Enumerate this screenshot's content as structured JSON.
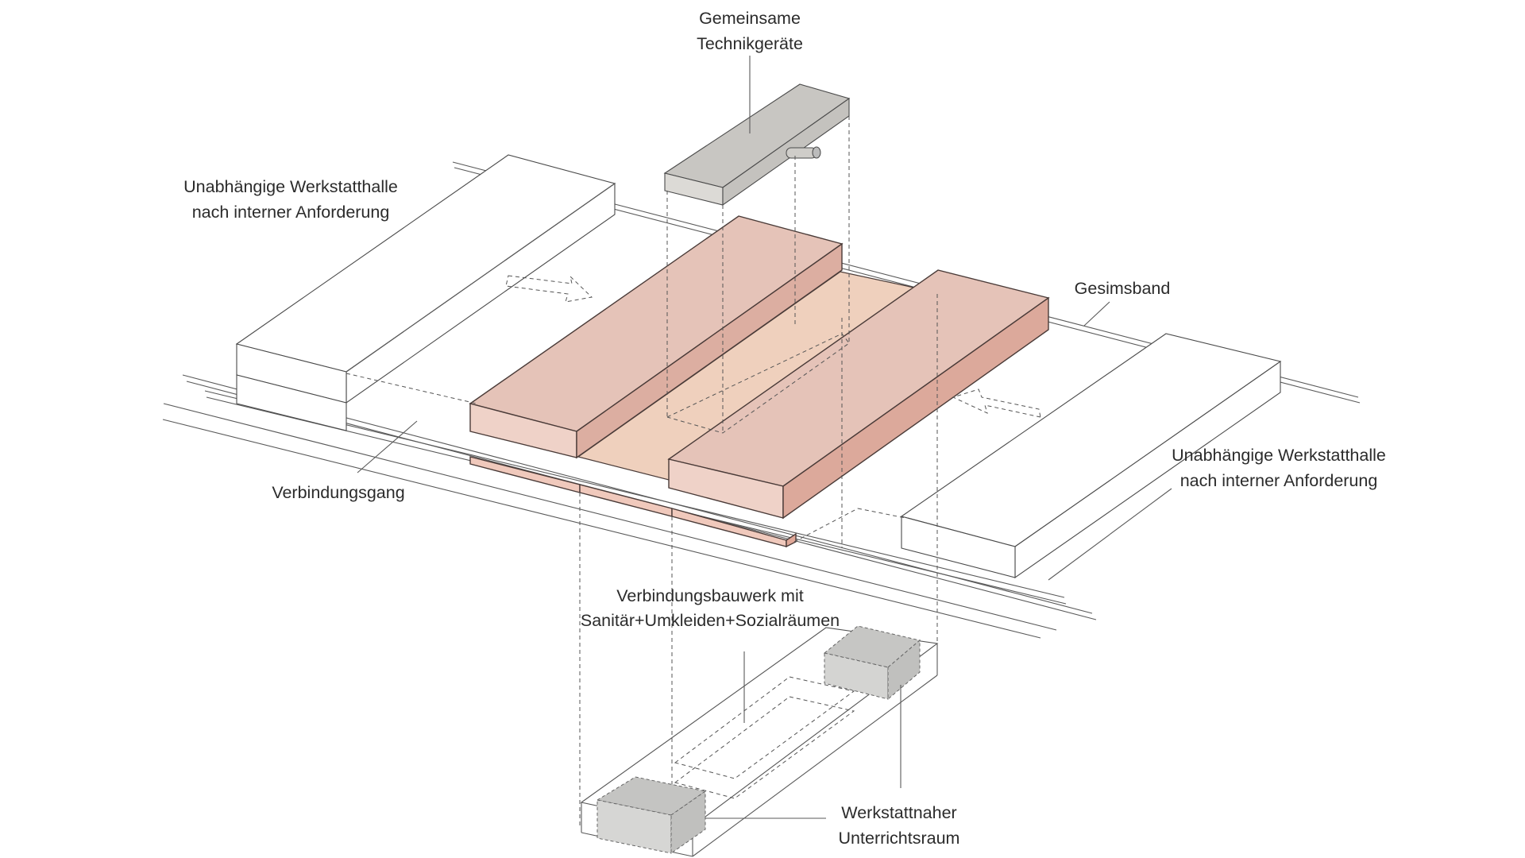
{
  "labels": {
    "technik": [
      "Gemeinsame",
      "Technikgeräte"
    ],
    "hall_left": [
      "Unabhängige Werkstatthalle",
      "nach interner Anforderung"
    ],
    "gesimsband": "Gesimsband",
    "hall_right": [
      "Unabhängige Werkstatthalle",
      "nach interner Anforderung"
    ],
    "verbindungsgang": "Verbindungsgang",
    "verbindungsbauwerk": [
      "Verbindungsbauwerk mit",
      "Sanitär+Umkleiden+Sozialräumen"
    ],
    "unterricht": [
      "Werkstattnaher",
      "Unterrichtsraum"
    ]
  },
  "colors": {
    "box_top": "#e5c3b8",
    "box_side_light": "#efd2c8",
    "box_side_dark": "#dca99b",
    "courtyard": "#efd0bd",
    "technik_top": "#c8c6c2",
    "technik_side": "#dcdad6",
    "grey_box": "#cdcdcb"
  }
}
